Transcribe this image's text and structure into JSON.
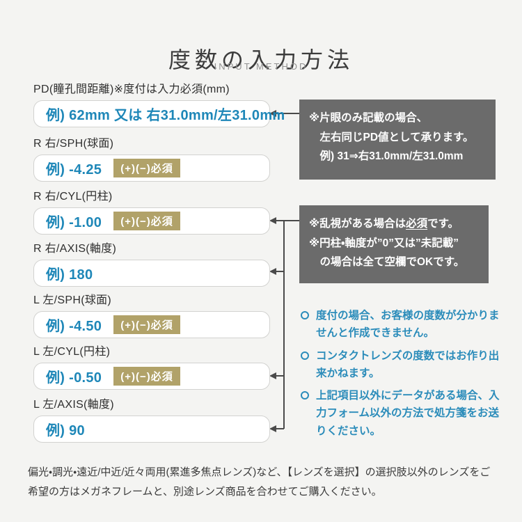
{
  "header": {
    "title": "度数の入力方法",
    "subtitle": "INPUT METHOD"
  },
  "colors": {
    "background": "#f4f4f2",
    "accent_blue": "#1e87b8",
    "bullet_blue": "#2b8cba",
    "badge_gold": "#b1a269",
    "note_box_gray": "#6b6b6b",
    "connector_gray": "#4a4a4a"
  },
  "fields": [
    {
      "label": "PD(瞳孔間距離)※度付は入力必須(mm)",
      "example": "例) 62mm 又は 右31.0mm/左31.0mm",
      "badge": ""
    },
    {
      "label": "R 右/SPH(球面)",
      "example": "例) -4.25",
      "badge": "(+)(−)必須"
    },
    {
      "label": "R 右/CYL(円柱)",
      "example": "例) -1.00",
      "badge": "(+)(−)必須"
    },
    {
      "label": "R 右/AXIS(軸度)",
      "example": "例) 180",
      "badge": ""
    },
    {
      "label": "L 左/SPH(球面)",
      "example": "例) -4.50",
      "badge": "(+)(−)必須"
    },
    {
      "label": "L 左/CYL(円柱)",
      "example": "例) -0.50",
      "badge": "(+)(−)必須"
    },
    {
      "label": "L 左/AXIS(軸度)",
      "example": "例) 90",
      "badge": ""
    }
  ],
  "notes": {
    "pd": {
      "line1": "※片眼のみ記載の場合、",
      "line2": "左右同じPD値として承ります。",
      "line3": "例) 31⇒右31.0mm/左31.0mm"
    },
    "cyl": {
      "line1_pre": "※乱視がある場合は",
      "line1_em": "必須",
      "line1_post": "です。",
      "line2": "※円柱・軸度が”0”又は”未記載”",
      "line3": "の場合は全て空欄でOKです。"
    }
  },
  "bullets": [
    "度付の場合、お客様の度数が分かりませんと作成できません。",
    "コンタクトレンズの度数ではお作り出来かねます。",
    "上記項目以外にデータがある場合、入力フォーム以外の方法で処方箋をお送りください。"
  ],
  "footer": "偏光・調光・遠近/中近/近々両用(累進多焦点レンズ)など、【レンズを選択】の選択肢以外のレンズをご希望の方はメガネフレームと、別途レンズ商品を合わせてご購入ください。"
}
